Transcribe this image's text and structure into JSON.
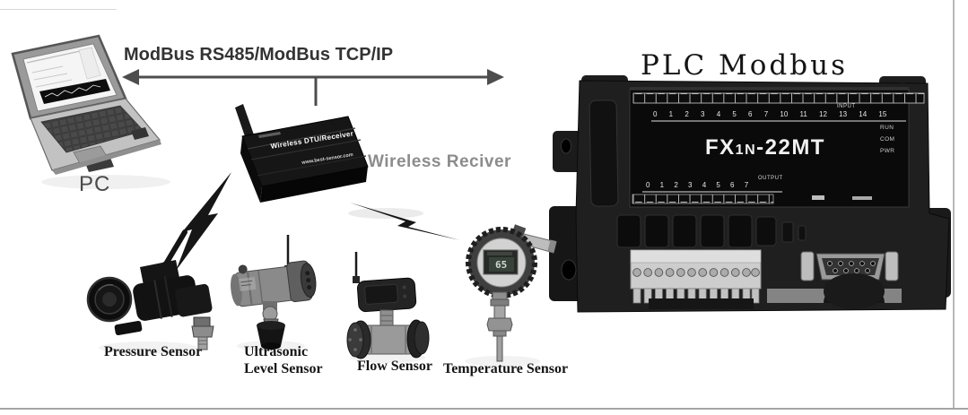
{
  "diagram": {
    "background": "#ffffff",
    "pc": {
      "label": "PC"
    },
    "bus": {
      "label": "ModBus RS485/ModBus TCP/IP",
      "arrow_color": "#4d4d4d"
    },
    "receiver": {
      "label": "Wireless Reciver",
      "device_title": "Wireless DTU/Receiver",
      "device_url": "www.best-sensor.com"
    },
    "plc": {
      "title": "PLC Modbus",
      "model_prefix": "FX",
      "model_small": "1N",
      "model_suffix": "-22MT",
      "input_label": "INPUT",
      "output_label": "OUTPUT",
      "input_numbers": "0 1 2 3 4 5 6 7 10 11 12 13 14 15",
      "output_numbers": "0 1 2 3 4 5 6 7",
      "leds": {
        "run": "RUN",
        "com": "COM",
        "pwr": "PWR"
      }
    },
    "sensors": {
      "pressure_label": "Pressure Sensor",
      "ultrasonic_label_line1": "Ultrasonic",
      "ultrasonic_label_line2": "Level Sensor",
      "flow_label": "Flow Sensor",
      "temperature_label": "Temperature Sensor",
      "temperature_display": "65"
    }
  }
}
